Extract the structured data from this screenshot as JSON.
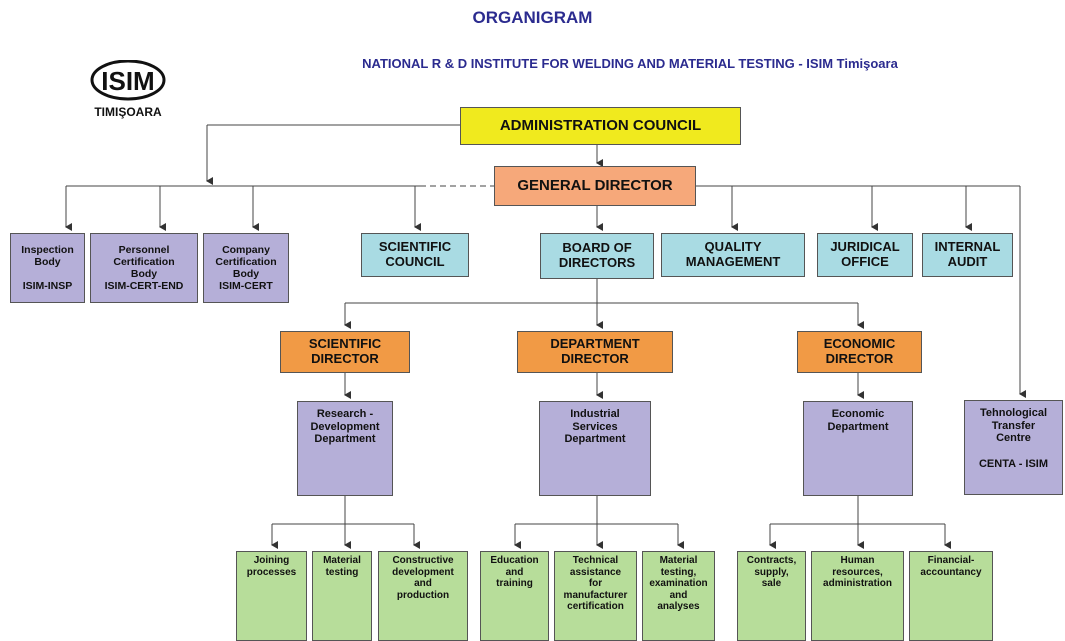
{
  "header": {
    "title": "ORGANIGRAM",
    "subtitle": "NATIONAL R & D INSTITUTE FOR WELDING AND MATERIAL TESTING - ISIM Timişoara"
  },
  "logo": {
    "mark": "ISIM",
    "city": "TIMIŞOARA"
  },
  "colors": {
    "title": "#2b2b8f",
    "administration": "#f0ea1e",
    "general_director": "#f6a87a",
    "directors": "#f19a45",
    "staff_units": "#a9dbe3",
    "bodies_departments": "#b5afd8",
    "sections": "#b7dd9a"
  },
  "nodes": {
    "admin_council": "ADMINISTRATION COUNCIL",
    "general_director": "GENERAL DIRECTOR",
    "inspection": "Inspection\nBody\n\nISIM-INSP",
    "personnel_cert": "Personnel\nCertification\nBody\nISIM-CERT-END",
    "company_cert": "Company\nCertification\nBody\nISIM-CERT",
    "scientific_council": "SCIENTIFIC\nCOUNCIL",
    "board": "BOARD OF\nDIRECTORS",
    "quality": "QUALITY\nMANAGEMENT",
    "juridical": "JURIDICAL\nOFFICE",
    "internal_audit": "INTERNAL\nAUDIT",
    "scientific_director": "SCIENTIFIC\nDIRECTOR",
    "department_director": "DEPARTMENT\nDIRECTOR",
    "economic_director": "ECONOMIC\nDIRECTOR",
    "rd_department": "Research -\nDevelopment\nDepartment",
    "industrial_services": "Industrial\nServices\nDepartment",
    "economic_department": "Economic\nDepartment",
    "technology_transfer": "Tehnological\nTransfer\nCentre\n\nCENTA - ISIM",
    "joining": "Joining\nprocesses",
    "material_testing": "Material\ntesting",
    "constructive": "Constructive\ndevelopment\nand\nproduction",
    "education": "Education\nand\ntraining",
    "technical_assistance": "Technical\nassistance\nfor\nmanufacturer\ncertification",
    "material_testing_exam": "Material\ntesting,\nexamination\nand\nanalyses",
    "contracts": "Contracts,\nsupply,\nsale",
    "human_resources": "Human\nresources,\nadministration",
    "financial": "Financial-\naccountancy"
  }
}
